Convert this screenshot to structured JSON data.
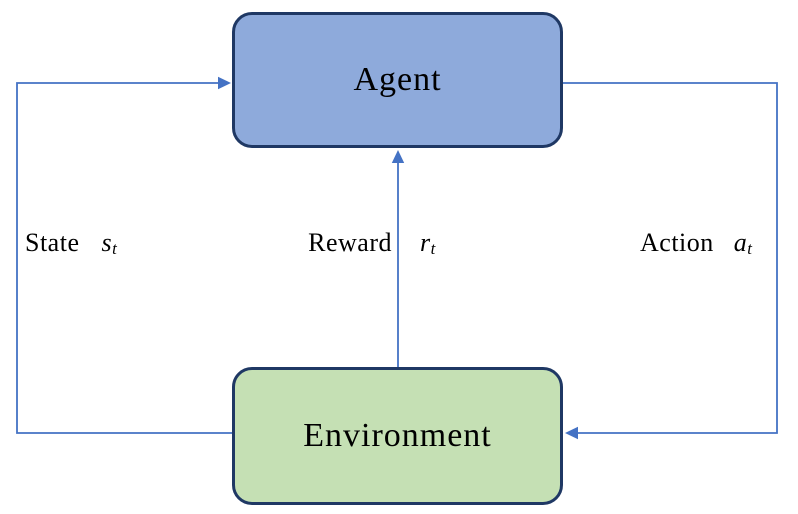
{
  "diagram": {
    "type": "flow",
    "nodes": {
      "agent": {
        "label": "Agent",
        "fill": "#8EAADB",
        "border": "#1F3864"
      },
      "environment": {
        "label": "Environment",
        "fill": "#C5E0B4",
        "border": "#1F3864"
      }
    },
    "edges": {
      "state": {
        "word": "State",
        "var": "s",
        "sub": "t",
        "from": "environment",
        "to": "agent"
      },
      "reward": {
        "word": "Reward",
        "var": "r",
        "sub": "t",
        "from": "environment",
        "to": "agent"
      },
      "action": {
        "word": "Action",
        "var": "a",
        "sub": "t",
        "from": "agent",
        "to": "environment"
      }
    },
    "colors": {
      "arrow": "#4472C4",
      "text": "#000000",
      "background": "#FFFFFF"
    }
  }
}
